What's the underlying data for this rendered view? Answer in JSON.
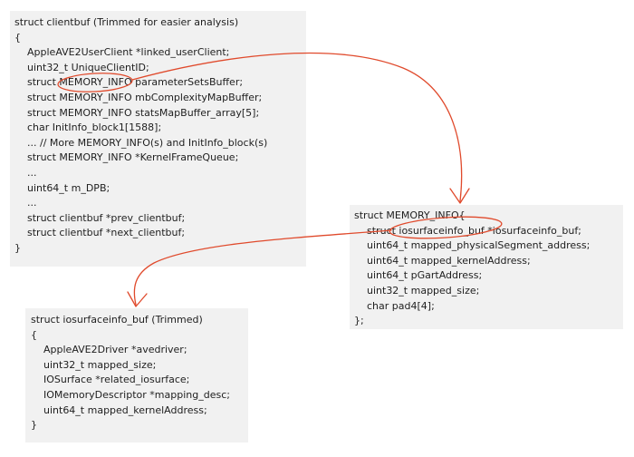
{
  "annotation_color": "#e04a2c",
  "boxes": {
    "clientbuf": {
      "lines": [
        {
          "text": "struct clientbuf (Trimmed for easier analysis)",
          "indent": 0
        },
        {
          "text": "{",
          "indent": 0
        },
        {
          "text": "AppleAVE2UserClient *linked_userClient;",
          "indent": 1
        },
        {
          "text": "uint32_t UniqueClientID;",
          "indent": 1
        },
        {
          "text": "struct MEMORY_INFO parameterSetsBuffer;",
          "indent": 1
        },
        {
          "text": "struct MEMORY_INFO mbComplexityMapBuffer;",
          "indent": 1
        },
        {
          "text": "struct MEMORY_INFO statsMapBuffer_array[5];",
          "indent": 1
        },
        {
          "text": "char InitInfo_block1[1588];",
          "indent": 1
        },
        {
          "text": "... // More MEMORY_INFO(s) and InitInfo_block(s)",
          "indent": 1
        },
        {
          "text": "struct MEMORY_INFO *KernelFrameQueue;",
          "indent": 1
        },
        {
          "text": "...",
          "indent": 1
        },
        {
          "text": "uint64_t m_DPB;",
          "indent": 1
        },
        {
          "text": "...",
          "indent": 1
        },
        {
          "text": "struct clientbuf *prev_clientbuf;",
          "indent": 1
        },
        {
          "text": "struct clientbuf *next_clientbuf;",
          "indent": 1
        },
        {
          "text": "}",
          "indent": 0
        }
      ]
    },
    "meminfo": {
      "lines": [
        {
          "text": "struct MEMORY_INFO{",
          "indent": 0
        },
        {
          "text": "struct iosurfaceinfo_buf *iosurfaceinfo_buf;",
          "indent": 1
        },
        {
          "text": "uint64_t mapped_physicalSegment_address;",
          "indent": 1
        },
        {
          "text": "uint64_t mapped_kernelAddress;",
          "indent": 1
        },
        {
          "text": "uint64_t pGartAddress;",
          "indent": 1
        },
        {
          "text": "uint32_t mapped_size;",
          "indent": 1
        },
        {
          "text": "char pad4[4];",
          "indent": 1
        },
        {
          "text": "};",
          "indent": 0
        }
      ]
    },
    "iosurface": {
      "lines": [
        {
          "text": "struct iosurfaceinfo_buf (Trimmed)",
          "indent": 0
        },
        {
          "text": "{",
          "indent": 0
        },
        {
          "text": "AppleAVE2Driver *avedriver;",
          "indent": 1
        },
        {
          "text": "uint32_t mapped_size;",
          "indent": 1
        },
        {
          "text": "IOSurface *related_iosurface;",
          "indent": 1
        },
        {
          "text": "IOMemoryDescriptor *mapping_desc;",
          "indent": 1
        },
        {
          "text": "uint64_t mapped_kernelAddress;",
          "indent": 1
        },
        {
          "text": "}",
          "indent": 0
        }
      ]
    }
  }
}
